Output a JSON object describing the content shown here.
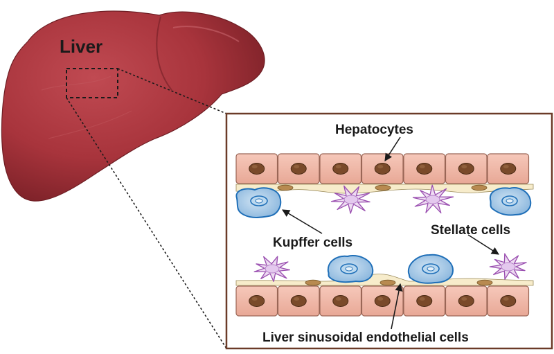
{
  "labels": {
    "organ": "Liver",
    "hepatocytes": "Hepatocytes",
    "kupffer": "Kupffer cells",
    "stellate": "Stellate cells",
    "lsec": "Liver sinusoidal endothelial cells"
  },
  "colors": {
    "liver_fill": "#a8343c",
    "liver_shade": "#8a2730",
    "liver_highlight": "#c65a60",
    "inset_border": "#6b3b28",
    "hepatocyte_fill": "#f0b8a8",
    "hepatocyte_stroke": "#9a6656",
    "nucleus": "#7a4a2a",
    "endothelial": "#f7eccb",
    "endothelial_nucleus": "#b88a50",
    "kupffer_fill": "#9fc6e6",
    "kupffer_stroke": "#1f6fb8",
    "stellate_fill": "#e9d3ee",
    "stellate_stroke": "#9a4fb0"
  }
}
